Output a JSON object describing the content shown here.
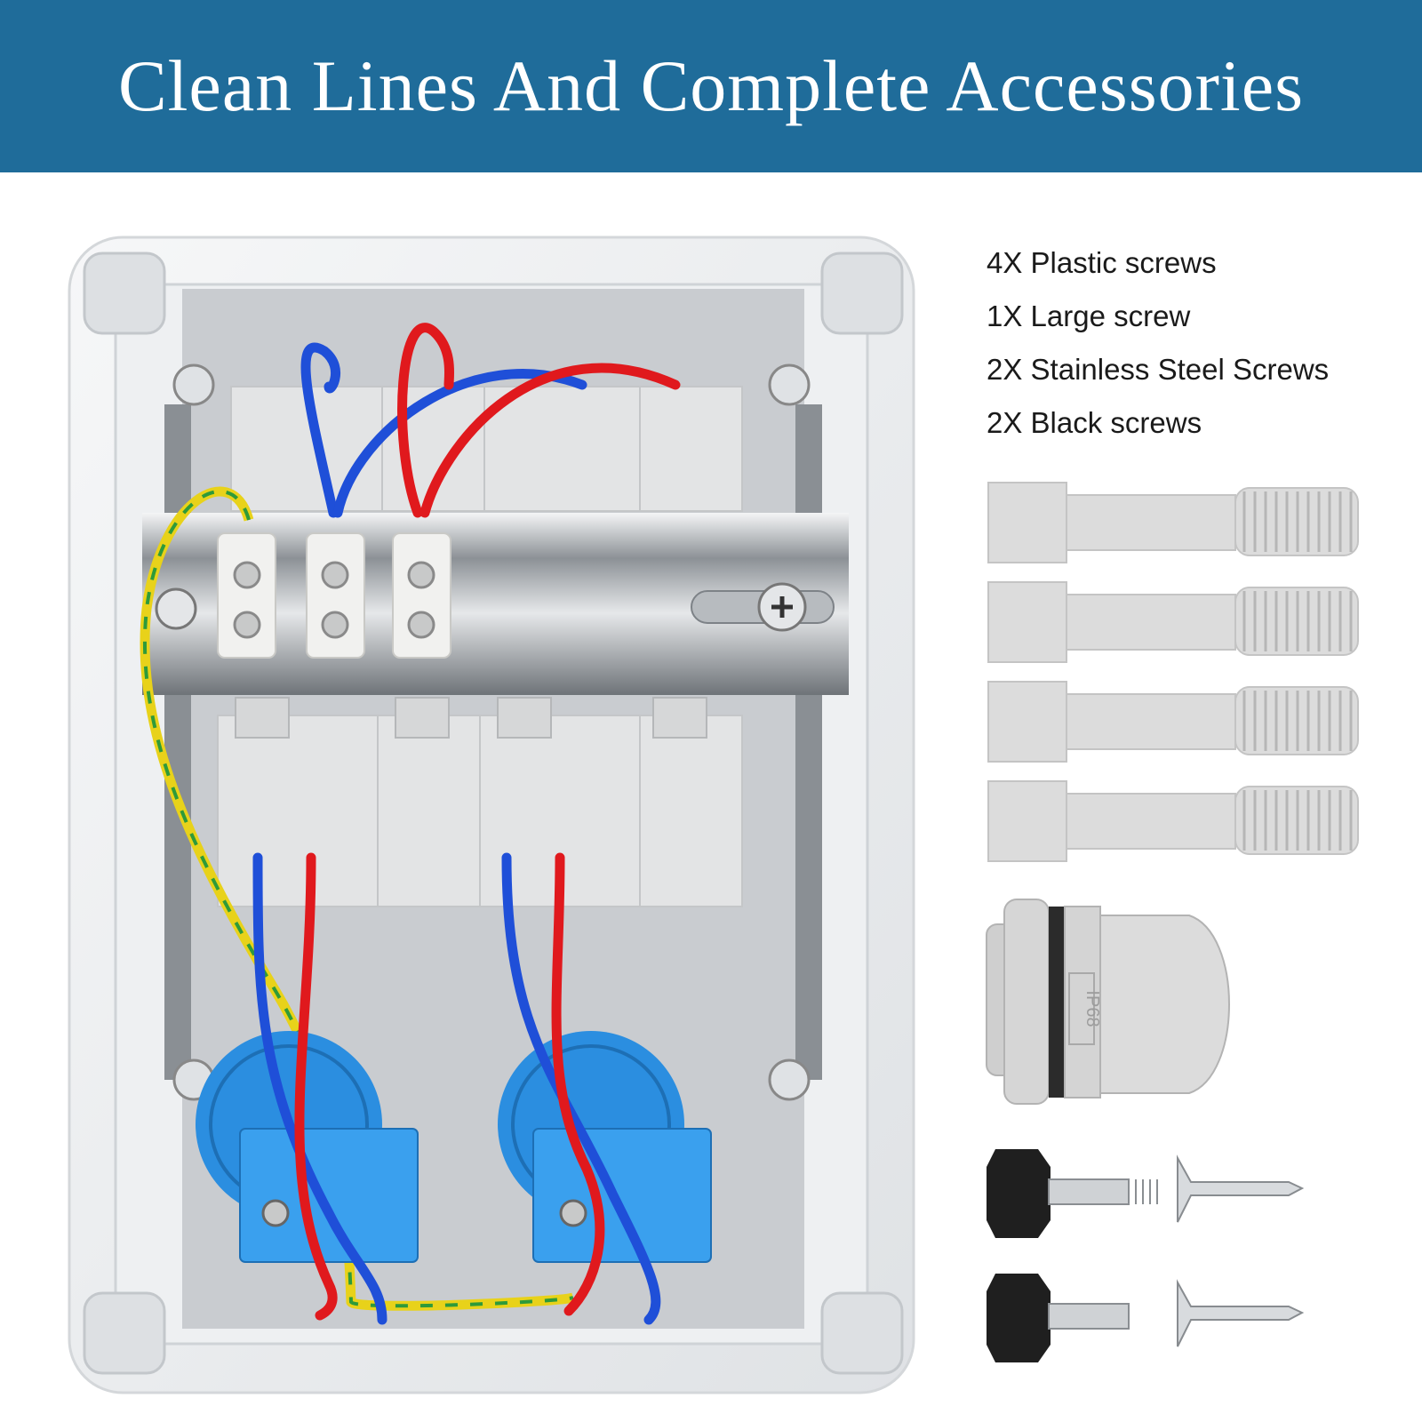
{
  "banner": {
    "title": "Clean Lines And Complete Accessories"
  },
  "accessories": [
    {
      "label": "4X Plastic screws"
    },
    {
      "label": "1X Large screw"
    },
    {
      "label": "2X Stainless Steel Screws"
    },
    {
      "label": "2X Black screws"
    }
  ],
  "cable_gland": {
    "marking": "IP68"
  },
  "colors": {
    "banner": "#1f6c9a",
    "enclosure": "#e9ebed",
    "wire_blue": "#1f4fd8",
    "wire_red": "#e0191d",
    "wire_earth_yellow": "#e8d21a",
    "wire_earth_green": "#2e9a3a",
    "socket_blue": "#2b8ee0"
  }
}
